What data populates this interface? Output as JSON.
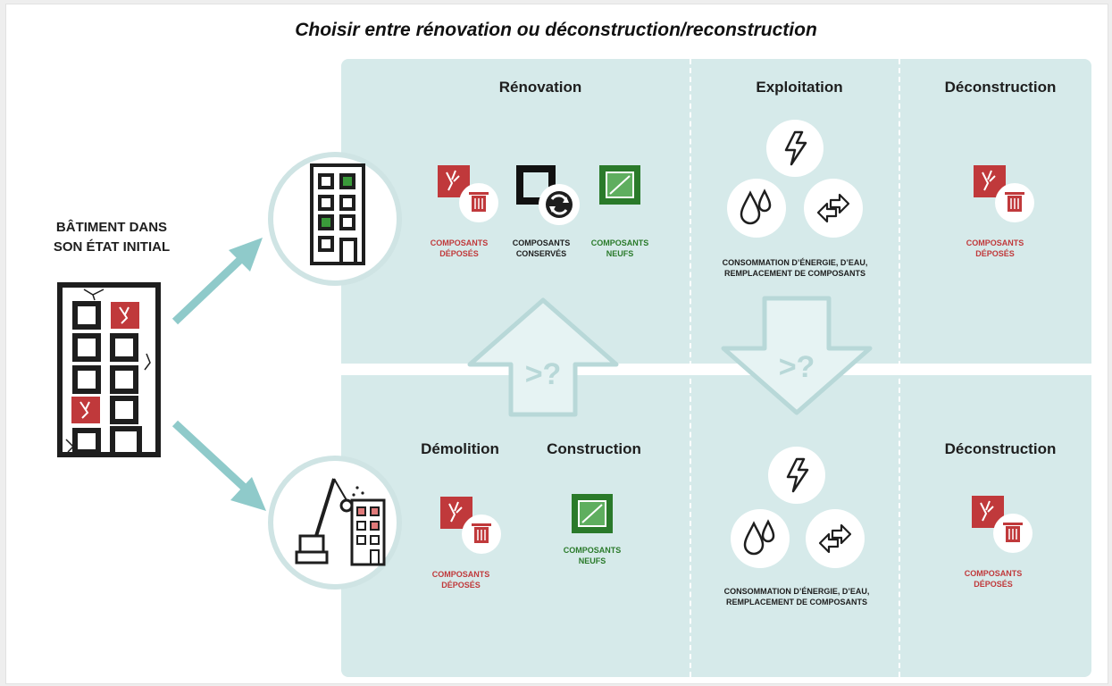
{
  "title": "Choisir entre rénovation ou déconstruction/reconstruction",
  "initial_building": {
    "label_line1": "BÂTIMENT DANS",
    "label_line2": "SON ÉTAT INITIAL"
  },
  "top_row": {
    "renovation": {
      "header": "Rénovation",
      "items": [
        {
          "label_line1": "COMPOSANTS",
          "label_line2": "DÉPOSÉS"
        },
        {
          "label_line1": "COMPOSANTS",
          "label_line2": "CONSERVÉS"
        },
        {
          "label_line1": "COMPOSANTS",
          "label_line2": "NEUFS"
        }
      ]
    },
    "exploitation": {
      "header": "Exploitation",
      "caption_line1": "CONSOMMATION D’ÉNERGIE, D’EAU,",
      "caption_line2": "REMPLACEMENT DE COMPOSANTS"
    },
    "deconstruction": {
      "header": "Déconstruction",
      "label_line1": "COMPOSANTS",
      "label_line2": "DÉPOSÉS"
    }
  },
  "bottom_row": {
    "demolition": {
      "header": "Démolition",
      "label_line1": "COMPOSANTS",
      "label_line2": "DÉPOSÉS"
    },
    "construction": {
      "header": "Construction",
      "label_line1": "COMPOSANTS",
      "label_line2": "NEUFS"
    },
    "exploitation": {
      "caption_line1": "CONSOMMATION D’ÉNERGIE, D’EAU,",
      "caption_line2": "REMPLACEMENT DE COMPOSANTS"
    },
    "deconstruction": {
      "header": "Déconstruction",
      "label_line1": "COMPOSANTS",
      "label_line2": "DÉPOSÉS"
    }
  },
  "comparison_marks": {
    "up": ">?",
    "down": ">?"
  },
  "colors": {
    "panel": "#d6eaea",
    "red": "#c0393b",
    "green": "#2a7a2a",
    "arrow": "#8fcaca",
    "dark": "#1e1e1e"
  }
}
